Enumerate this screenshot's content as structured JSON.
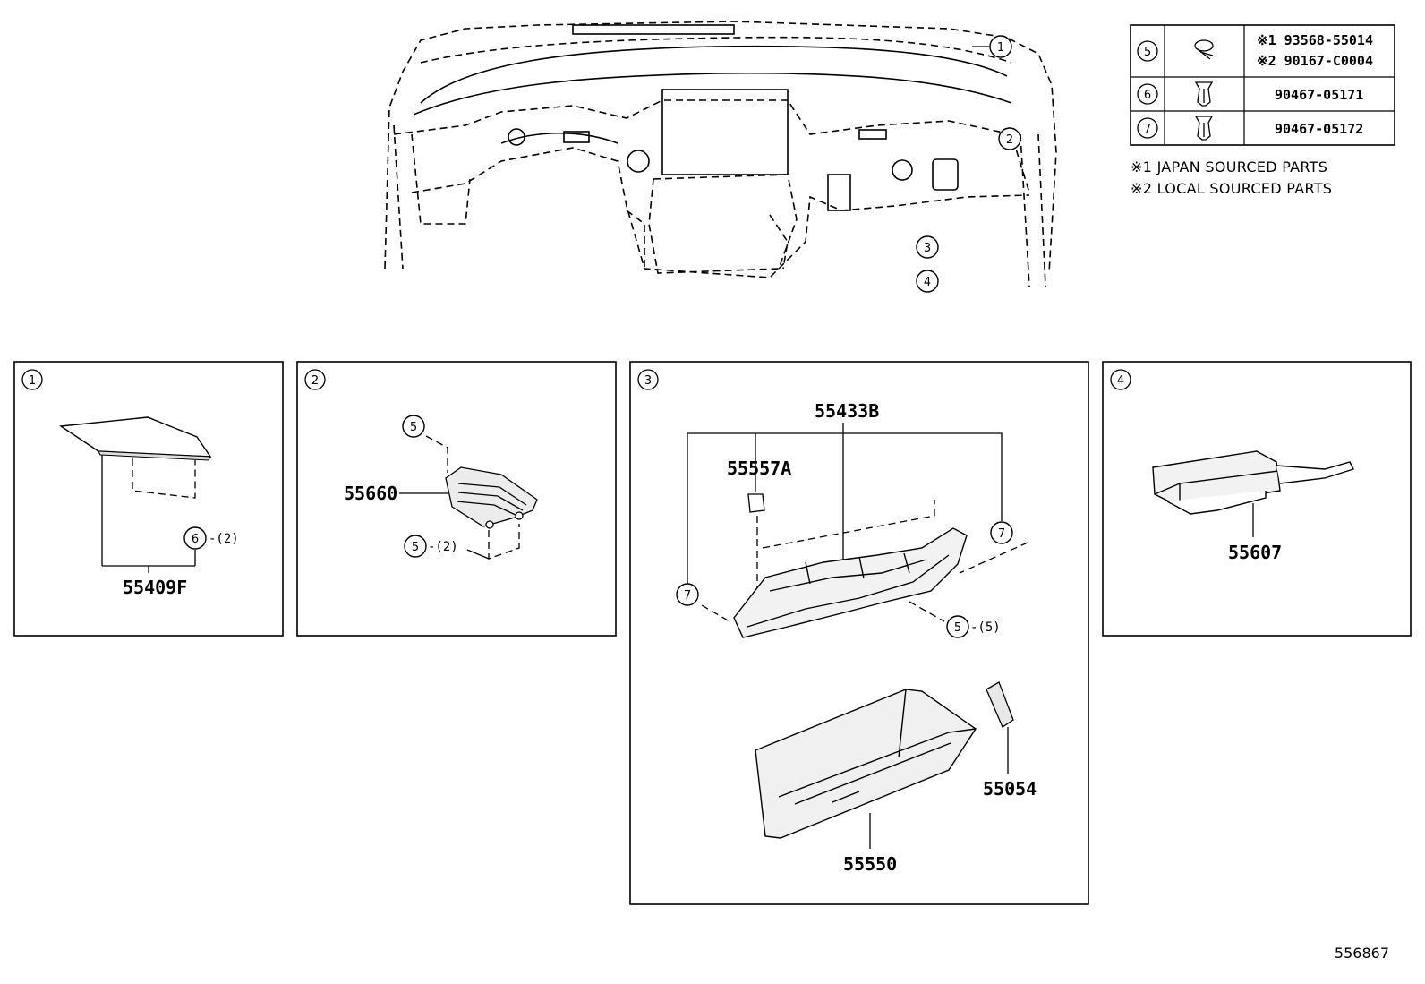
{
  "callouts": {
    "c1": "1",
    "c2": "2",
    "c3": "3",
    "c4": "4",
    "c5": "5",
    "c6": "6",
    "c7": "7"
  },
  "fastener_table": {
    "rows": [
      {
        "ref": "5",
        "lines": [
          "※1 93568-55014",
          "※2 90167-C0004"
        ]
      },
      {
        "ref": "6",
        "lines": [
          "90467-05171"
        ]
      },
      {
        "ref": "7",
        "lines": [
          "90467-05172"
        ]
      }
    ],
    "notes": [
      "※1 JAPAN SOURCED PARTS",
      "※2 LOCAL SOURCED PARTS"
    ]
  },
  "panels": {
    "p1": {
      "label": "55409F",
      "qty": "-(2)"
    },
    "p2": {
      "label": "55660",
      "qty": "-(2)"
    },
    "p3": {
      "labels": {
        "top": "55433B",
        "bulb": "55557A",
        "box": "55550",
        "damper": "55054"
      },
      "qty": "-(5)"
    },
    "p4": {
      "label": "55607"
    }
  },
  "illustration_id": "556867"
}
